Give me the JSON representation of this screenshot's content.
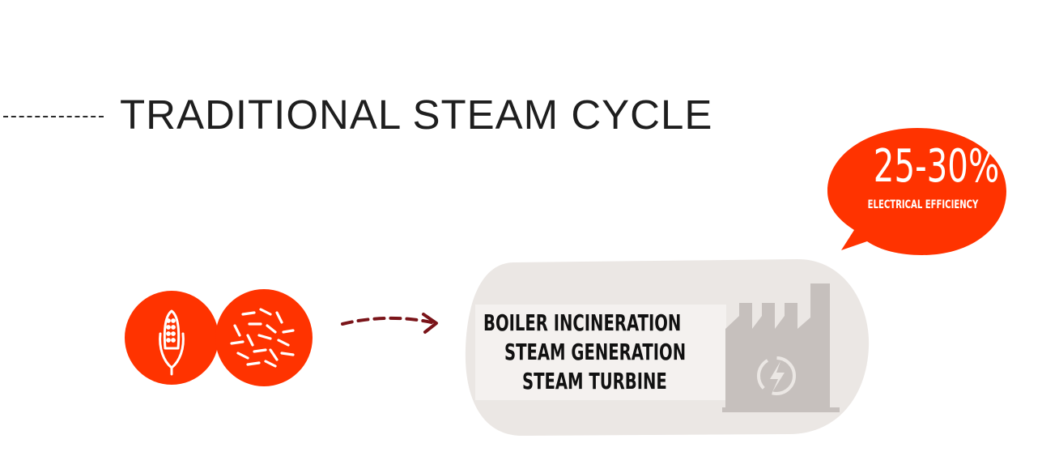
{
  "title": "TRADITIONAL STEAM CYCLE",
  "efficiency_bubble": {
    "value": "25-30%",
    "caption": "ELECTRICAL EFFICIENCY"
  },
  "process_steps": [
    "BOILER INCINERATION",
    "STEAM GENERATION",
    "STEAM TURBINE"
  ],
  "icons": {
    "feedstock_1": "corn-icon",
    "feedstock_2": "wood-chips-icon",
    "flow": "dashed-arrow-icon",
    "plant": "power-plant-factory-icon",
    "electricity": "lightning-bolt-icon"
  },
  "colors": {
    "accent": "#ff3300",
    "arrow": "#7a1419",
    "plant_bg": "#ebe7e4",
    "factory": "#c6c0bd",
    "text": "#1e1e1e"
  }
}
